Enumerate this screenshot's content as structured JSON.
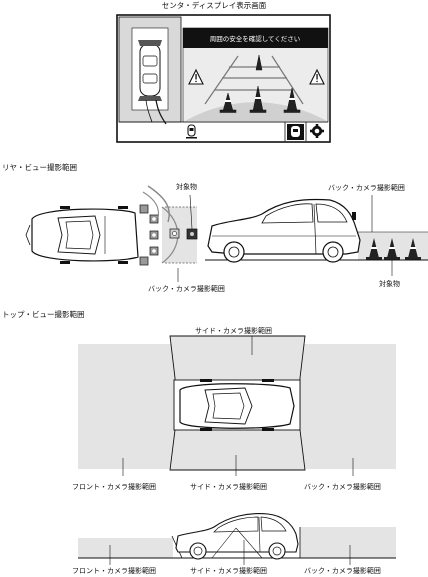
{
  "display": {
    "title": "センタ・ディスプレイ表示画面",
    "warning_text": "周囲の安全を確認してください",
    "icons": [
      "camera-switch-icon",
      "settings-gear-icon",
      "car-sensor-icon",
      "warning-triangle-icon"
    ]
  },
  "rear_view": {
    "section_title": "リヤ・ビュー撮影範囲",
    "label_object_top": "対象物",
    "label_back_camera_bottom": "バック・カメラ撮影範囲",
    "label_back_camera_side": "バック・カメラ撮影範囲",
    "label_object_side": "対象物"
  },
  "top_view": {
    "section_title": "トップ・ビュー撮影範囲",
    "label_side_top": "サイド・カメラ撮影範囲",
    "label_front": "フロント・カメラ撮影範囲",
    "label_side_mid": "サイド・カメラ撮影範囲",
    "label_back": "バック・カメラ撮影範囲"
  },
  "side_view": {
    "label_front": "フロント・カメラ撮影範囲",
    "label_side": "サイド・カメラ撮影範囲",
    "label_back": "バック・カメラ撮影範囲"
  },
  "colors": {
    "area_gray": "#e4e4e4",
    "screen_gray": "#d9d9d9",
    "line": "#111111"
  }
}
